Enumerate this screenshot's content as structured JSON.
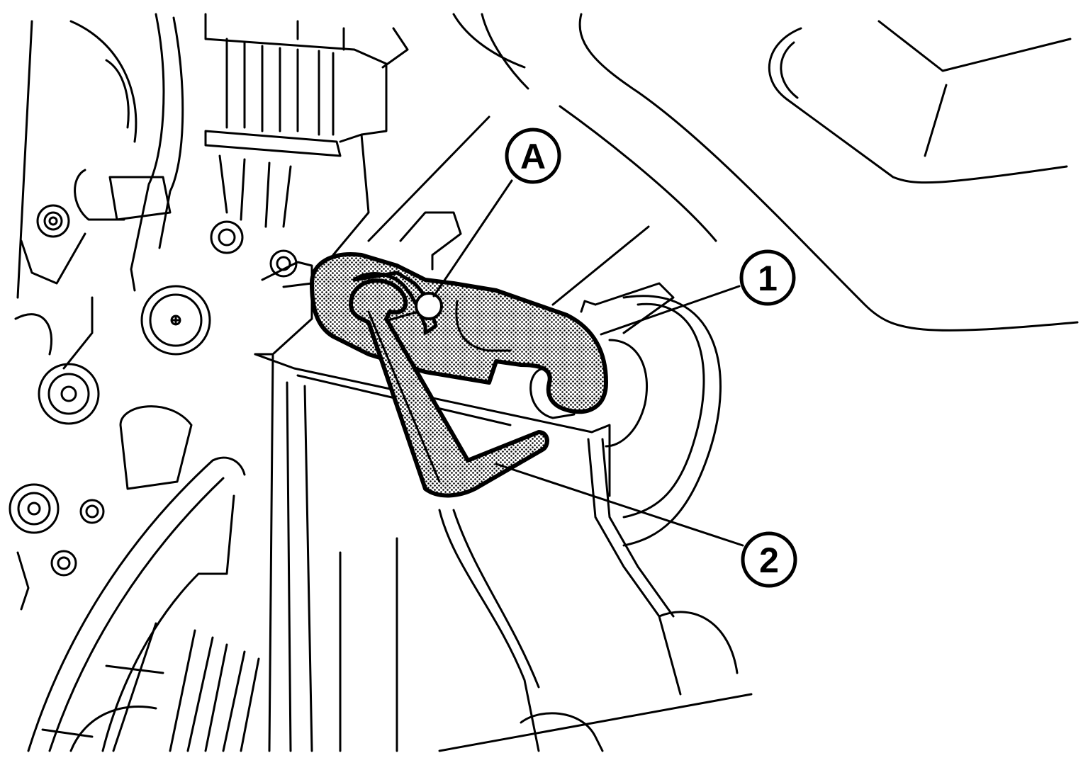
{
  "callouts": {
    "a": {
      "label": "A"
    },
    "one": {
      "label": "1"
    },
    "two": {
      "label": "2"
    }
  },
  "colors": {
    "line": "#000000",
    "background": "#ffffff",
    "hatch": "#000000"
  }
}
